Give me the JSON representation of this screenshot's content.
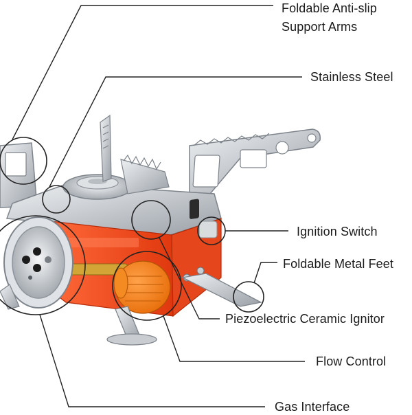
{
  "callouts": {
    "support_arms": {
      "line1": "Foldable Anti-slip",
      "line2": "Support Arms"
    },
    "stainless_steel": {
      "text": "Stainless Steel"
    },
    "ignition_switch": {
      "text": "Ignition Switch"
    },
    "metal_feet": {
      "text": "Foldable Metal Feet"
    },
    "ceramic_ignitor": {
      "text": "Piezoelectric Ceramic Ignitor"
    },
    "flow_control": {
      "text": "Flow Control"
    },
    "gas_interface": {
      "text": "Gas Interface"
    }
  },
  "colors": {
    "body_orange": "#f04a1e",
    "knob_orange": "#f07a12",
    "steel": "#c9cdd2",
    "steel_dark": "#8e949b",
    "line": "#222222"
  }
}
